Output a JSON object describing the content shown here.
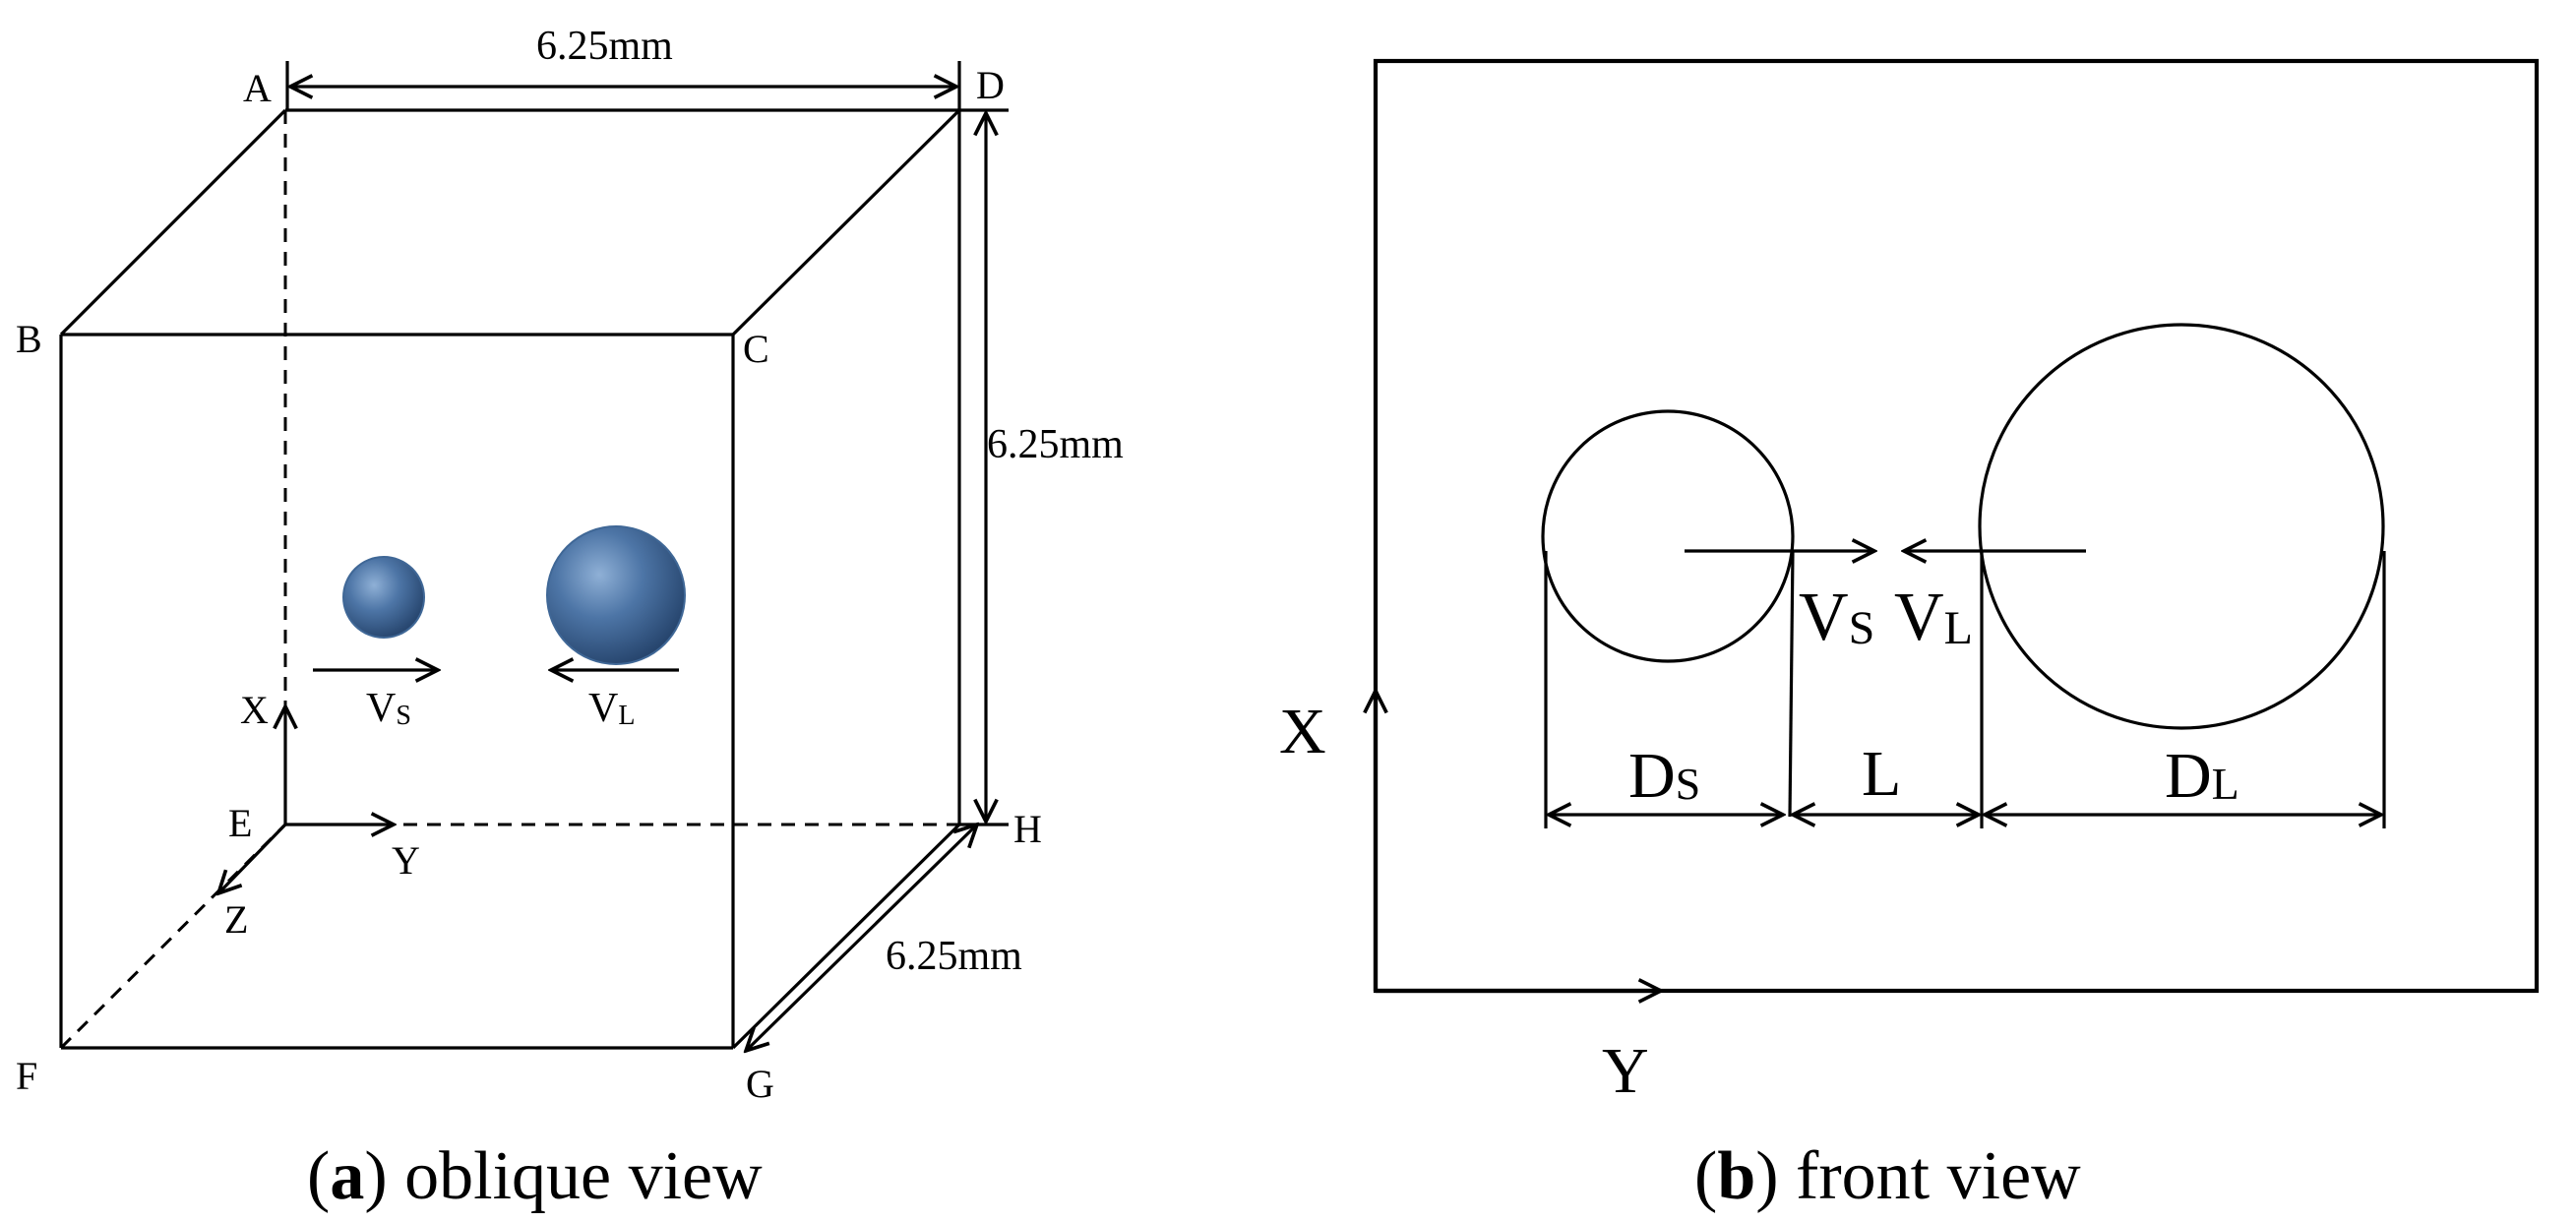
{
  "panel_a": {
    "vertex_labels": {
      "A": "A",
      "B": "B",
      "C": "C",
      "D": "D",
      "E": "E",
      "F": "F",
      "G": "G",
      "H": "H"
    },
    "dim_top": "6.25mm",
    "dim_right": "6.25mm",
    "dim_depth": "6.25mm",
    "axis_x": "X",
    "axis_y": "Y",
    "axis_z": "Z",
    "vel_small_main": "V",
    "vel_small_sub": "S",
    "vel_large_main": "V",
    "vel_large_sub": "L",
    "caption_open": "(",
    "caption_letter": "a",
    "caption_rest": ") oblique view",
    "sphere_color": "#3f6796"
  },
  "panel_b": {
    "axis_x": "X",
    "axis_y": "Y",
    "vs_main": "V",
    "vs_sub": "S",
    "vl_main": "V",
    "vl_sub": "L",
    "ds_main": "D",
    "ds_sub": "S",
    "gap": "L",
    "dl_main": "D",
    "dl_sub": "L",
    "caption_open": "(",
    "caption_letter": "b",
    "caption_rest": ") front view"
  }
}
